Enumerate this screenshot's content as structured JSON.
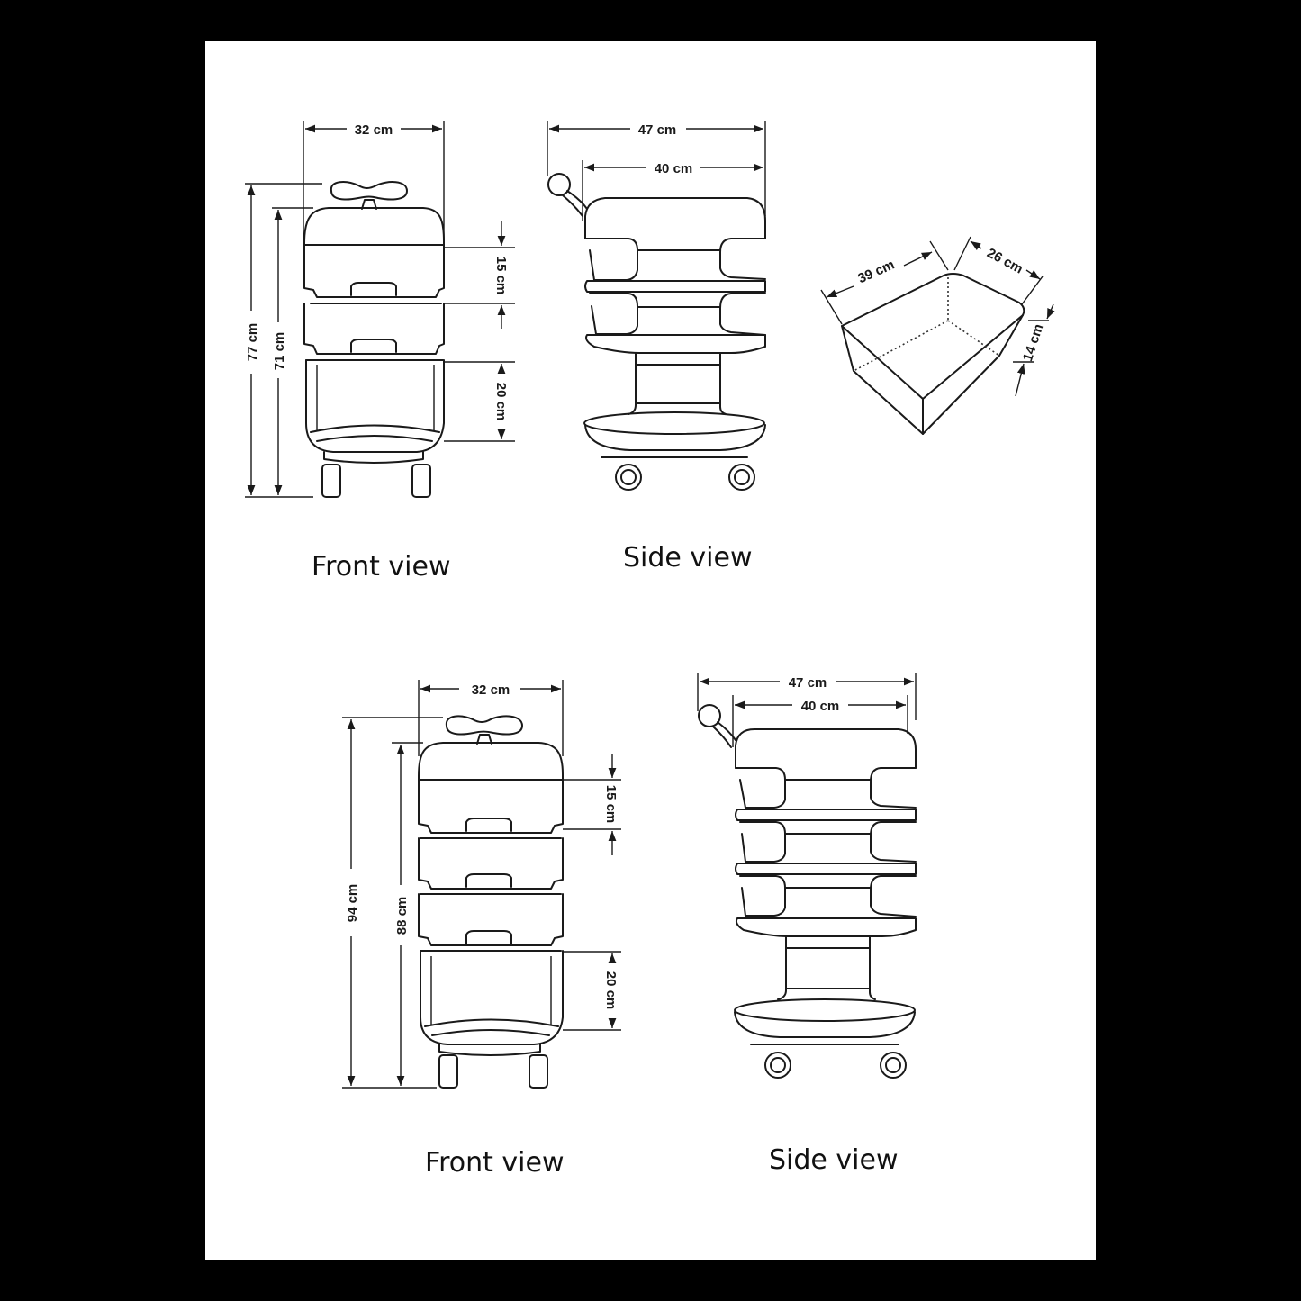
{
  "figure": {
    "background": "#ffffff",
    "frame": "#000000",
    "ink": "#1a1a1a"
  },
  "top_row": {
    "front_view": {
      "caption": "Front view",
      "width": "32 cm",
      "total_height": "77 cm",
      "body_height": "71 cm",
      "drawer_height": "15 cm",
      "bottom_shelf_height": "20 cm",
      "drawer_count": 2
    },
    "side_view": {
      "caption": "Side view",
      "overall_depth": "47 cm",
      "body_depth": "40 cm",
      "drawer_count": 2
    },
    "drawer_detail": {
      "length": "39 cm",
      "width": "26 cm",
      "height": "14 cm"
    }
  },
  "bottom_row": {
    "front_view": {
      "caption": "Front view",
      "width": "32 cm",
      "total_height": "94 cm",
      "body_height": "88 cm",
      "drawer_height": "15 cm",
      "bottom_shelf_height": "20 cm",
      "drawer_count": 3
    },
    "side_view": {
      "caption": "Side view",
      "overall_depth": "47 cm",
      "body_depth": "40 cm",
      "drawer_count": 3
    }
  }
}
